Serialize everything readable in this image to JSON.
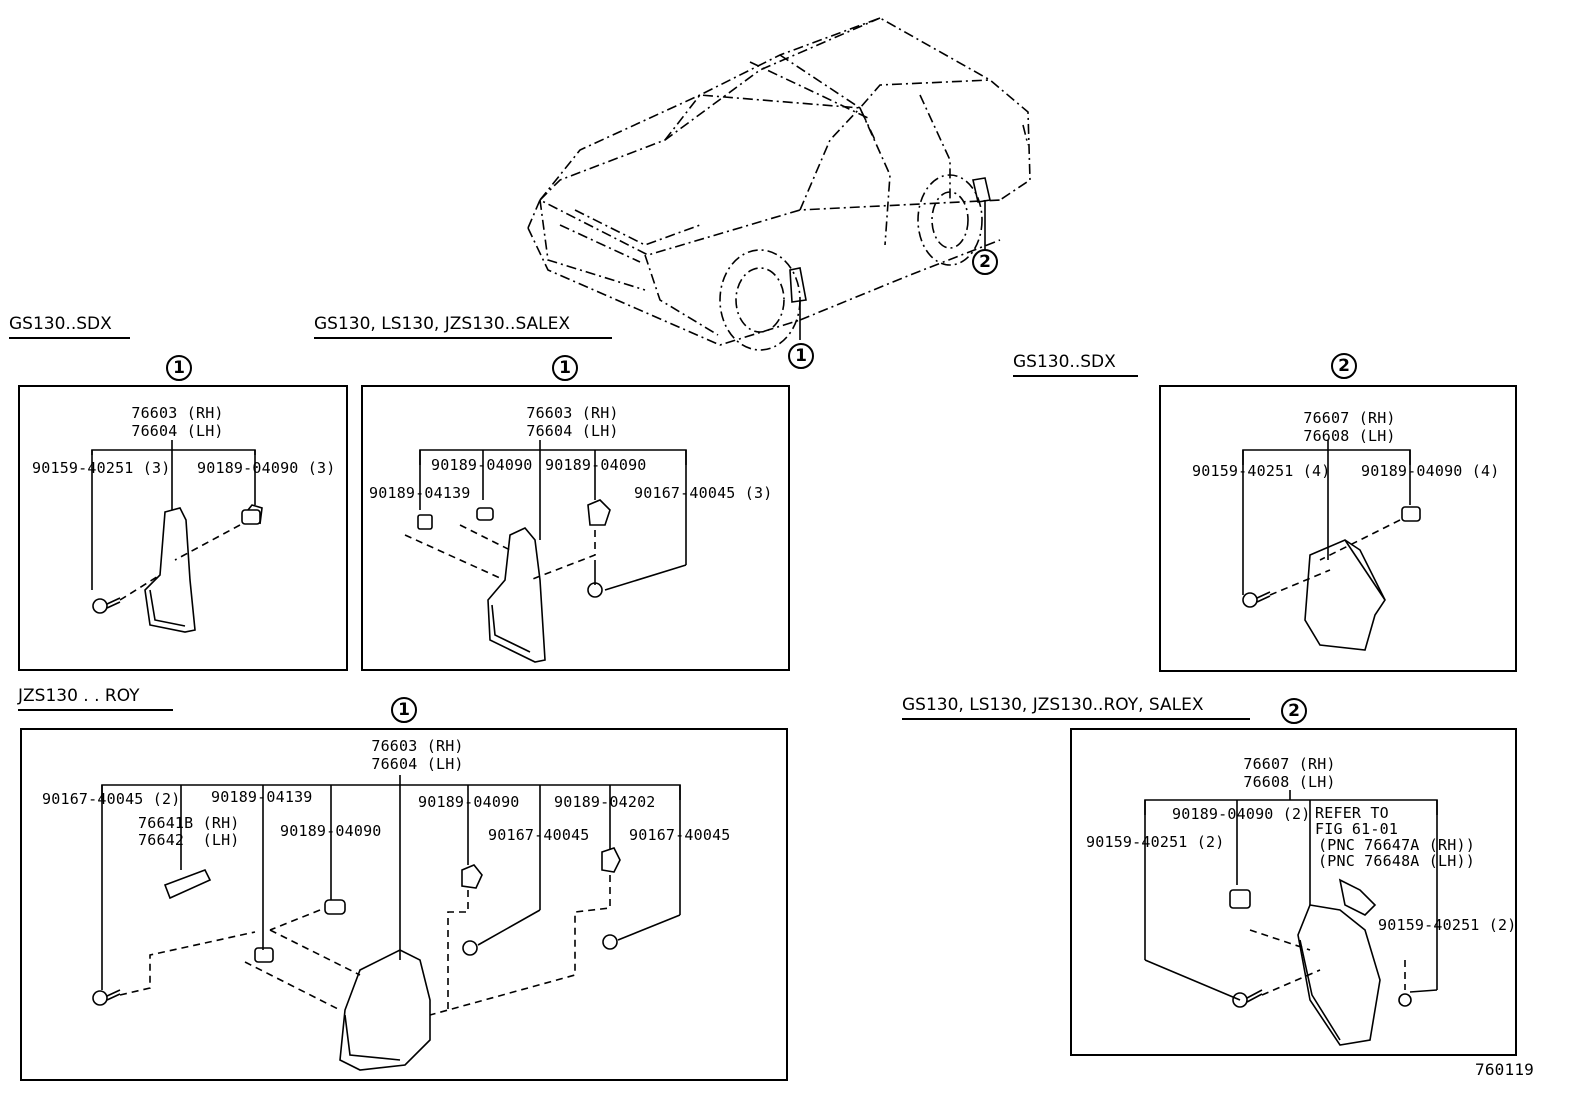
{
  "sections": {
    "gs130_sdx_front": "GS130..SDX",
    "salex_front": "GS130, LS130, JZS130..SALEX",
    "gs130_sdx_rear": "GS130..SDX",
    "roy_front": "JZS130 . . ROY",
    "roy_salex_rear": "GS130, LS130, JZS130..ROY, SALEX"
  },
  "markers": {
    "one": "1",
    "two": "2"
  },
  "car": {
    "marker_front": "1",
    "marker_rear": "2"
  },
  "box1": {
    "circle": "1",
    "part_rh": "76603 (RH)",
    "part_lh": "76604 (LH)",
    "screw": "90159-40251 (3)",
    "nut": "90189-04090 (3)"
  },
  "box2": {
    "circle": "1",
    "part_rh": "76603 (RH)",
    "part_lh": "76604 (LH)",
    "clip_a": "90189-04090",
    "clip_b": "90189-04090",
    "nut": "90189-04139",
    "screw": "90167-40045 (3)"
  },
  "box3": {
    "circle": "2",
    "part_rh": "76607 (RH)",
    "part_lh": "76608 (LH)",
    "screw": "90159-40251 (4)",
    "nut": "90189-04090 (4)"
  },
  "box4": {
    "circle": "1",
    "part_rh": "76603 (RH)",
    "part_lh": "76604 (LH)",
    "screw_a": "90167-40045 (2)",
    "nut_a": "90189-04139",
    "bracket_rh": "76641B (RH)",
    "bracket_lh": "76642  (LH)",
    "clip_a": "90189-04090",
    "clip_b": "90189-04090",
    "clip_c": "90189-04202",
    "screw_b": "90167-40045",
    "screw_c": "90167-40045"
  },
  "box5": {
    "circle": "2",
    "part_rh": "76607 (RH)",
    "part_lh": "76608 (LH)",
    "clip": "90189-04090 (2)",
    "refer1": "REFER TO",
    "refer2": "FIG 61-01",
    "refer3": "(PNC 76647A (RH))",
    "refer4": "(PNC 76648A (LH))",
    "screw_a": "90159-40251 (2)",
    "screw_b": "90159-40251 (2)"
  },
  "figure_number": "760119"
}
